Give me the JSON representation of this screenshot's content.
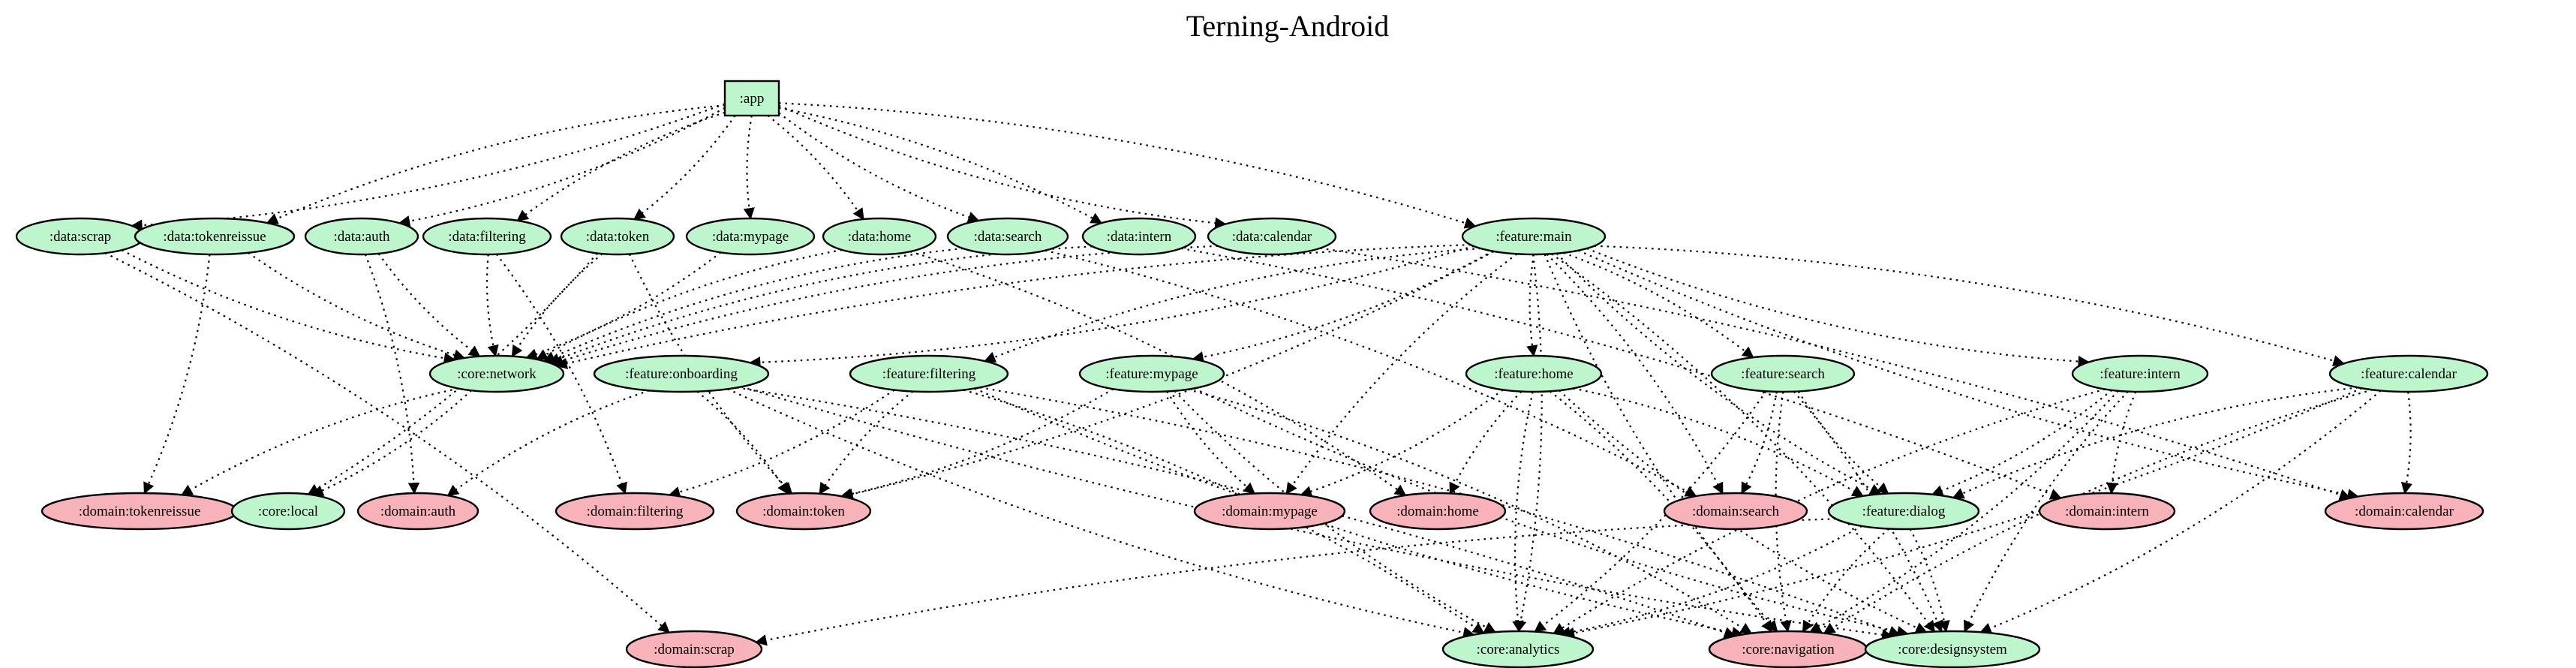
{
  "title": "Terning-Android",
  "colors": {
    "module_present": "#bdf5cc",
    "module_missing": "#f7b3b9",
    "stroke": "#000000"
  },
  "nodes": [
    {
      "id": "app",
      "label": ":app",
      "shape": "box",
      "status": "present"
    },
    {
      "id": "data_scrap",
      "label": ":data:scrap",
      "shape": "ellipse",
      "status": "present"
    },
    {
      "id": "data_tokenreissue",
      "label": ":data:tokenreissue",
      "shape": "ellipse",
      "status": "present"
    },
    {
      "id": "data_auth",
      "label": ":data:auth",
      "shape": "ellipse",
      "status": "present"
    },
    {
      "id": "data_filtering",
      "label": ":data:filtering",
      "shape": "ellipse",
      "status": "present"
    },
    {
      "id": "data_token",
      "label": ":data:token",
      "shape": "ellipse",
      "status": "present"
    },
    {
      "id": "data_mypage",
      "label": ":data:mypage",
      "shape": "ellipse",
      "status": "present"
    },
    {
      "id": "data_home",
      "label": ":data:home",
      "shape": "ellipse",
      "status": "present"
    },
    {
      "id": "data_search",
      "label": ":data:search",
      "shape": "ellipse",
      "status": "present"
    },
    {
      "id": "data_intern",
      "label": ":data:intern",
      "shape": "ellipse",
      "status": "present"
    },
    {
      "id": "data_calendar",
      "label": ":data:calendar",
      "shape": "ellipse",
      "status": "present"
    },
    {
      "id": "feature_main",
      "label": ":feature:main",
      "shape": "ellipse",
      "status": "present"
    },
    {
      "id": "core_network",
      "label": ":core:network",
      "shape": "ellipse",
      "status": "present"
    },
    {
      "id": "feature_onboarding",
      "label": ":feature:onboarding",
      "shape": "ellipse",
      "status": "present"
    },
    {
      "id": "feature_filtering",
      "label": ":feature:filtering",
      "shape": "ellipse",
      "status": "present"
    },
    {
      "id": "feature_mypage",
      "label": ":feature:mypage",
      "shape": "ellipse",
      "status": "present"
    },
    {
      "id": "feature_home",
      "label": ":feature:home",
      "shape": "ellipse",
      "status": "present"
    },
    {
      "id": "feature_search",
      "label": ":feature:search",
      "shape": "ellipse",
      "status": "present"
    },
    {
      "id": "feature_intern",
      "label": ":feature:intern",
      "shape": "ellipse",
      "status": "present"
    },
    {
      "id": "feature_calendar",
      "label": ":feature:calendar",
      "shape": "ellipse",
      "status": "present"
    },
    {
      "id": "domain_tokenreissue",
      "label": ":domain:tokenreissue",
      "shape": "ellipse",
      "status": "missing"
    },
    {
      "id": "core_local",
      "label": ":core:local",
      "shape": "ellipse",
      "status": "present"
    },
    {
      "id": "domain_auth",
      "label": ":domain:auth",
      "shape": "ellipse",
      "status": "missing"
    },
    {
      "id": "domain_filtering",
      "label": ":domain:filtering",
      "shape": "ellipse",
      "status": "missing"
    },
    {
      "id": "domain_token",
      "label": ":domain:token",
      "shape": "ellipse",
      "status": "missing"
    },
    {
      "id": "domain_mypage",
      "label": ":domain:mypage",
      "shape": "ellipse",
      "status": "missing"
    },
    {
      "id": "domain_home",
      "label": ":domain:home",
      "shape": "ellipse",
      "status": "missing"
    },
    {
      "id": "domain_search",
      "label": ":domain:search",
      "shape": "ellipse",
      "status": "missing"
    },
    {
      "id": "feature_dialog",
      "label": ":feature:dialog",
      "shape": "ellipse",
      "status": "present"
    },
    {
      "id": "domain_intern",
      "label": ":domain:intern",
      "shape": "ellipse",
      "status": "missing"
    },
    {
      "id": "domain_calendar",
      "label": ":domain:calendar",
      "shape": "ellipse",
      "status": "missing"
    },
    {
      "id": "domain_scrap",
      "label": ":domain:scrap",
      "shape": "ellipse",
      "status": "missing"
    },
    {
      "id": "core_analytics",
      "label": ":core:analytics",
      "shape": "ellipse",
      "status": "present"
    },
    {
      "id": "core_navigation",
      "label": ":core:navigation",
      "shape": "ellipse",
      "status": "missing"
    },
    {
      "id": "core_designsystem",
      "label": ":core:designsystem",
      "shape": "ellipse",
      "status": "present"
    }
  ],
  "edges": [
    [
      "app",
      "data_scrap"
    ],
    [
      "app",
      "data_tokenreissue"
    ],
    [
      "app",
      "data_auth"
    ],
    [
      "app",
      "data_filtering"
    ],
    [
      "app",
      "data_token"
    ],
    [
      "app",
      "data_mypage"
    ],
    [
      "app",
      "data_home"
    ],
    [
      "app",
      "data_search"
    ],
    [
      "app",
      "data_intern"
    ],
    [
      "app",
      "data_calendar"
    ],
    [
      "app",
      "feature_main"
    ],
    [
      "data_scrap",
      "core_network"
    ],
    [
      "data_scrap",
      "domain_scrap"
    ],
    [
      "data_tokenreissue",
      "core_network"
    ],
    [
      "data_tokenreissue",
      "domain_tokenreissue"
    ],
    [
      "data_auth",
      "core_network"
    ],
    [
      "data_auth",
      "domain_auth"
    ],
    [
      "data_filtering",
      "core_network"
    ],
    [
      "data_filtering",
      "domain_filtering"
    ],
    [
      "data_token",
      "core_network"
    ],
    [
      "data_token",
      "core_local"
    ],
    [
      "data_token",
      "domain_token"
    ],
    [
      "data_mypage",
      "core_network"
    ],
    [
      "data_home",
      "core_network"
    ],
    [
      "data_home",
      "domain_home"
    ],
    [
      "data_search",
      "core_network"
    ],
    [
      "data_search",
      "domain_search"
    ],
    [
      "data_intern",
      "core_network"
    ],
    [
      "data_intern",
      "domain_intern"
    ],
    [
      "data_calendar",
      "core_network"
    ],
    [
      "data_calendar",
      "domain_calendar"
    ],
    [
      "core_network",
      "domain_tokenreissue"
    ],
    [
      "core_network",
      "core_local"
    ],
    [
      "feature_main",
      "core_network"
    ],
    [
      "feature_main",
      "feature_onboarding"
    ],
    [
      "feature_main",
      "feature_filtering"
    ],
    [
      "feature_main",
      "feature_mypage"
    ],
    [
      "feature_main",
      "feature_home"
    ],
    [
      "feature_main",
      "feature_search"
    ],
    [
      "feature_main",
      "feature_intern"
    ],
    [
      "feature_main",
      "feature_calendar"
    ],
    [
      "feature_main",
      "feature_dialog"
    ],
    [
      "feature_main",
      "domain_token"
    ],
    [
      "feature_main",
      "domain_mypage"
    ],
    [
      "feature_main",
      "domain_search"
    ],
    [
      "feature_main",
      "domain_calendar"
    ],
    [
      "feature_main",
      "core_analytics"
    ],
    [
      "feature_main",
      "core_navigation"
    ],
    [
      "feature_main",
      "core_designsystem"
    ],
    [
      "feature_onboarding",
      "domain_auth"
    ],
    [
      "feature_onboarding",
      "domain_token"
    ],
    [
      "feature_onboarding",
      "core_analytics"
    ],
    [
      "feature_onboarding",
      "core_navigation"
    ],
    [
      "feature_onboarding",
      "core_designsystem"
    ],
    [
      "feature_filtering",
      "domain_filtering"
    ],
    [
      "feature_filtering",
      "domain_token"
    ],
    [
      "feature_filtering",
      "core_analytics"
    ],
    [
      "feature_filtering",
      "core_navigation"
    ],
    [
      "feature_filtering",
      "core_designsystem"
    ],
    [
      "feature_mypage",
      "domain_mypage"
    ],
    [
      "feature_mypage",
      "domain_token"
    ],
    [
      "feature_mypage",
      "core_analytics"
    ],
    [
      "feature_mypage",
      "core_navigation"
    ],
    [
      "feature_mypage",
      "core_designsystem"
    ],
    [
      "feature_home",
      "domain_mypage"
    ],
    [
      "feature_home",
      "domain_home"
    ],
    [
      "feature_home",
      "feature_dialog"
    ],
    [
      "feature_home",
      "core_analytics"
    ],
    [
      "feature_home",
      "core_navigation"
    ],
    [
      "feature_home",
      "core_designsystem"
    ],
    [
      "feature_search",
      "domain_search"
    ],
    [
      "feature_search",
      "feature_dialog"
    ],
    [
      "feature_search",
      "core_analytics"
    ],
    [
      "feature_search",
      "core_navigation"
    ],
    [
      "feature_search",
      "core_designsystem"
    ],
    [
      "feature_intern",
      "domain_intern"
    ],
    [
      "feature_intern",
      "feature_dialog"
    ],
    [
      "feature_intern",
      "core_analytics"
    ],
    [
      "feature_intern",
      "core_navigation"
    ],
    [
      "feature_intern",
      "core_designsystem"
    ],
    [
      "feature_calendar",
      "domain_calendar"
    ],
    [
      "feature_calendar",
      "feature_dialog"
    ],
    [
      "feature_calendar",
      "core_analytics"
    ],
    [
      "feature_calendar",
      "core_navigation"
    ],
    [
      "feature_calendar",
      "core_designsystem"
    ],
    [
      "feature_dialog",
      "domain_scrap"
    ],
    [
      "feature_dialog",
      "core_analytics"
    ],
    [
      "feature_dialog",
      "core_navigation"
    ],
    [
      "feature_dialog",
      "core_designsystem"
    ]
  ]
}
